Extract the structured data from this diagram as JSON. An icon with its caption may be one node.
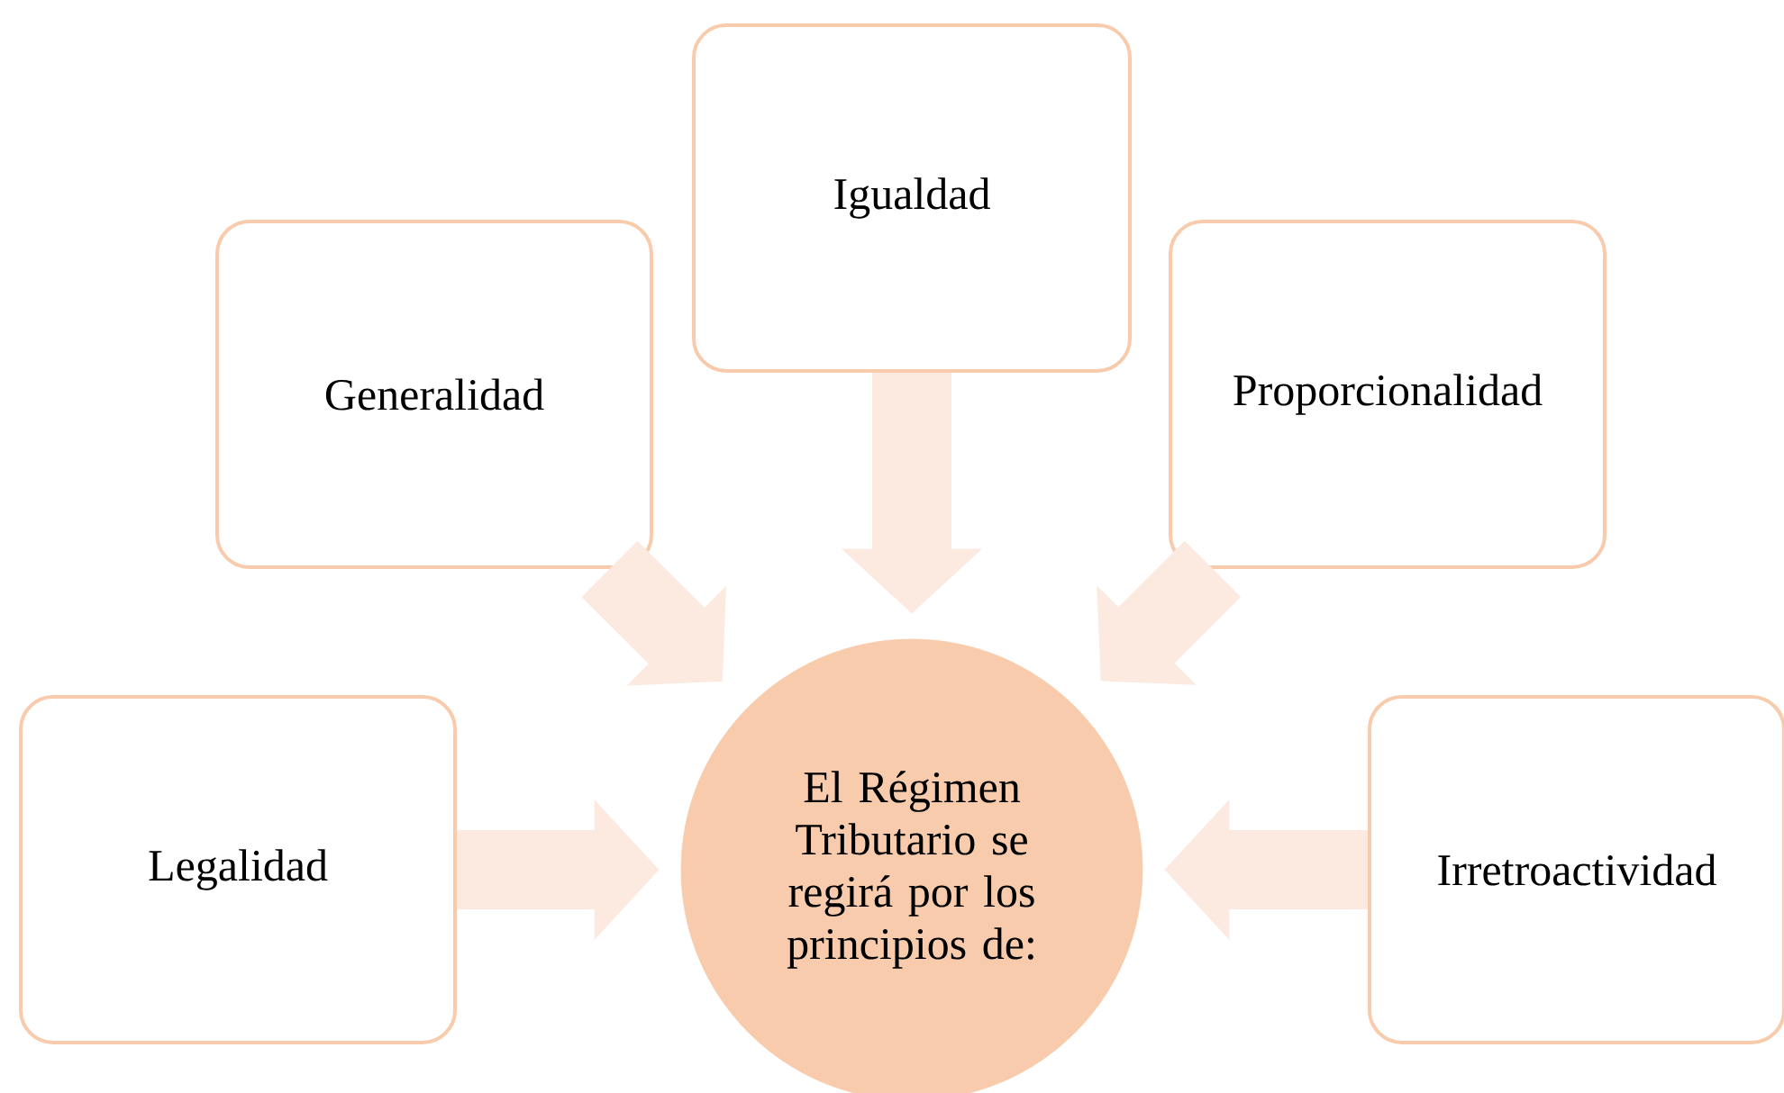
{
  "diagram": {
    "nodes": [
      {
        "text": [
          "Igualdad"
        ]
      },
      {
        "text": [
          "Generalidad"
        ]
      },
      {
        "text": [
          "Proporcionalidad"
        ]
      },
      {
        "text": [
          "Legalidad"
        ]
      },
      {
        "text": [
          "El Régimen Tributario se regirá por los principios de:"
        ]
      },
      {
        "text": [
          "Irretroactividad"
        ]
      }
    ],
    "edges": [
      {
        "from": 0,
        "to": 4,
        "arrow": "to"
      },
      {
        "from": 1,
        "to": 4,
        "arrow": "to"
      },
      {
        "from": 2,
        "to": 4,
        "arrow": "to"
      },
      {
        "from": 3,
        "to": 4,
        "arrow": "to"
      },
      {
        "from": 5,
        "to": 4,
        "arrow": "to"
      }
    ]
  }
}
